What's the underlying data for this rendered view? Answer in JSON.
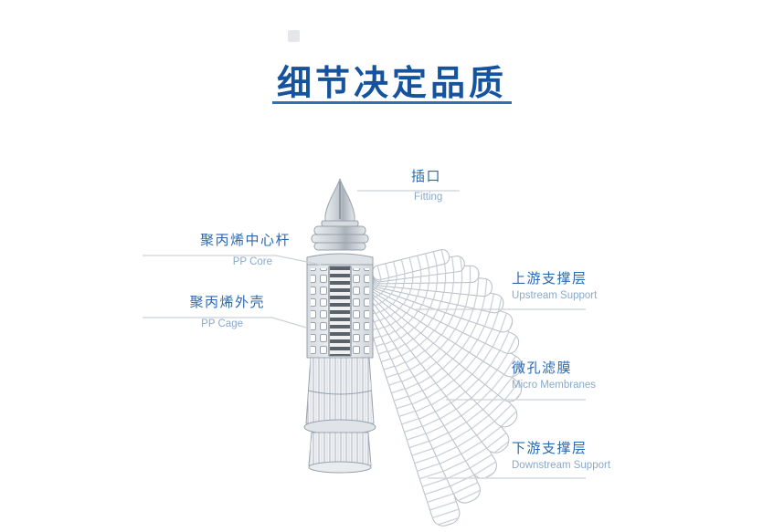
{
  "title": {
    "text": "细节决定品质",
    "color": "#15539f"
  },
  "diagram": {
    "illustration": "pleated-membrane-filter-cartridge-exploded-view",
    "labels": {
      "fitting": {
        "zh": "插口",
        "en": "Fitting"
      },
      "pp_core": {
        "zh": "聚丙烯中心杆",
        "en": "PP Core"
      },
      "pp_cage": {
        "zh": "聚丙烯外壳",
        "en": "PP Cage"
      },
      "upstream_support": {
        "zh": "上游支撑层",
        "en": "Upstream Support"
      },
      "micro_membranes": {
        "zh": "微孔滤膜",
        "en": "Micro Membranes"
      },
      "downstream_support": {
        "zh": "下游支撑层",
        "en": "Downstream Support"
      }
    },
    "colors": {
      "accent": "#2f6fba",
      "label_zh": "#2a69b2",
      "label_en": "#8aa9c9",
      "leader_line": "#cdd2d8",
      "drawing_stroke": "#97a0aa"
    }
  }
}
